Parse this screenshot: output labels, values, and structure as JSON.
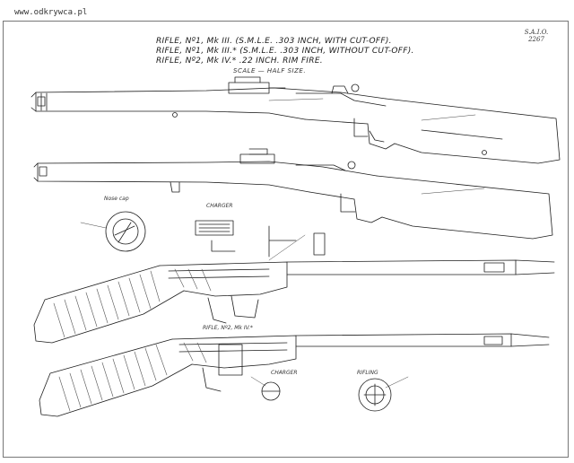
{
  "watermark": "www.odkrywca.pl",
  "sheet_ref": {
    "line1": "S.A.I.O.",
    "line2": "2267"
  },
  "titles": {
    "line1": "RIFLE, Nº1, Mk III. (S.M.L.E. .303 INCH, WITH CUT-OFF).",
    "line2": "RIFLE, Nº1, Mk III.* (S.M.L.E. .303 INCH, WITHOUT CUT-OFF).",
    "line3": "RIFLE, Nº2, Mk IV.* .22 INCH. RIM FIRE."
  },
  "scale": "SCALE — HALF SIZE.",
  "labels": {
    "nose_cap": "Nose cap",
    "charger": "CHARGER",
    "rifling": "RIFLING",
    "section_label": "RIFLE, Nº2, Mk IV.*"
  },
  "colors": {
    "ink": "#1e1e1e",
    "shading": "#555555",
    "paper": "#ffffff"
  }
}
